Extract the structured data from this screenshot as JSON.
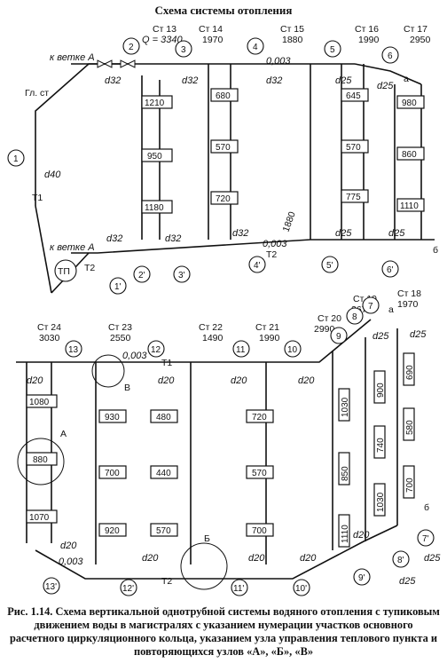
{
  "title": "Схема системы отопления",
  "caption": "Рис. 1.14. Схема вертикальной однотрубной системы водяного отопления с тупиковым движением воды в магистралях с указанием нумерации участков основного расчетного циркуляционного кольца, указанием узла управления теплового пункта и повторяющихся узлов «А», «Б», «В»",
  "top": {
    "labels": {
      "branch_a_top": "к ветке А",
      "branch_a_bottom": "к ветке А",
      "main_riser": "Гл. ст",
      "t1": "Т1",
      "t2": "Т2",
      "tp": "ТП",
      "slope": "0,003",
      "q": "Q = 3340",
      "d40": "d40",
      "d32": "d32",
      "d25": "d25",
      "a": "а",
      "b": "б",
      "v1880": "1880"
    },
    "stands": [
      {
        "name": "Ст 13",
        "load": ""
      },
      {
        "name": "Ст 14",
        "load": "1970"
      },
      {
        "name": "Ст 15",
        "load": "1880"
      },
      {
        "name": "Ст 16",
        "load": "1990"
      },
      {
        "name": "Ст 17",
        "load": "2950"
      }
    ],
    "radiators": [
      "1210",
      "950",
      "1180",
      "680",
      "570",
      "720",
      "645",
      "570",
      "775",
      "980",
      "860",
      "1110"
    ],
    "sections": [
      "1",
      "2",
      "3",
      "4",
      "5",
      "6"
    ],
    "sections_return": [
      "1'",
      "2'",
      "3'",
      "4'",
      "5'",
      "6'"
    ]
  },
  "bottom": {
    "labels": {
      "t1": "Т1",
      "t2": "Т2",
      "slope": "0,003",
      "d20": "d20",
      "d25": "d25",
      "a": "а",
      "b": "б",
      "node_a": "А",
      "node_b": "Б",
      "node_v": "В"
    },
    "stands": [
      {
        "name": "Ст 24",
        "load": "3030"
      },
      {
        "name": "Ст 23",
        "load": "2550"
      },
      {
        "name": "Ст 22",
        "load": "1490"
      },
      {
        "name": "Ст 21",
        "load": "1990"
      },
      {
        "name": "Ст 20",
        "load": "2990"
      },
      {
        "name": "Ст 19",
        "load": "2670"
      },
      {
        "name": "Ст 18",
        "load": "1970"
      }
    ],
    "radiators": [
      "1080",
      "880",
      "1070",
      "930",
      "700",
      "920",
      "480",
      "440",
      "570",
      "720",
      "570",
      "700",
      "1030",
      "850",
      "1110",
      "900",
      "740",
      "1030",
      "690",
      "580",
      "700"
    ],
    "sections": [
      "7",
      "8",
      "9",
      "10",
      "11",
      "12",
      "13"
    ],
    "sections_return": [
      "7'",
      "8'",
      "9'",
      "10'",
      "11'",
      "12'",
      "13'"
    ]
  }
}
